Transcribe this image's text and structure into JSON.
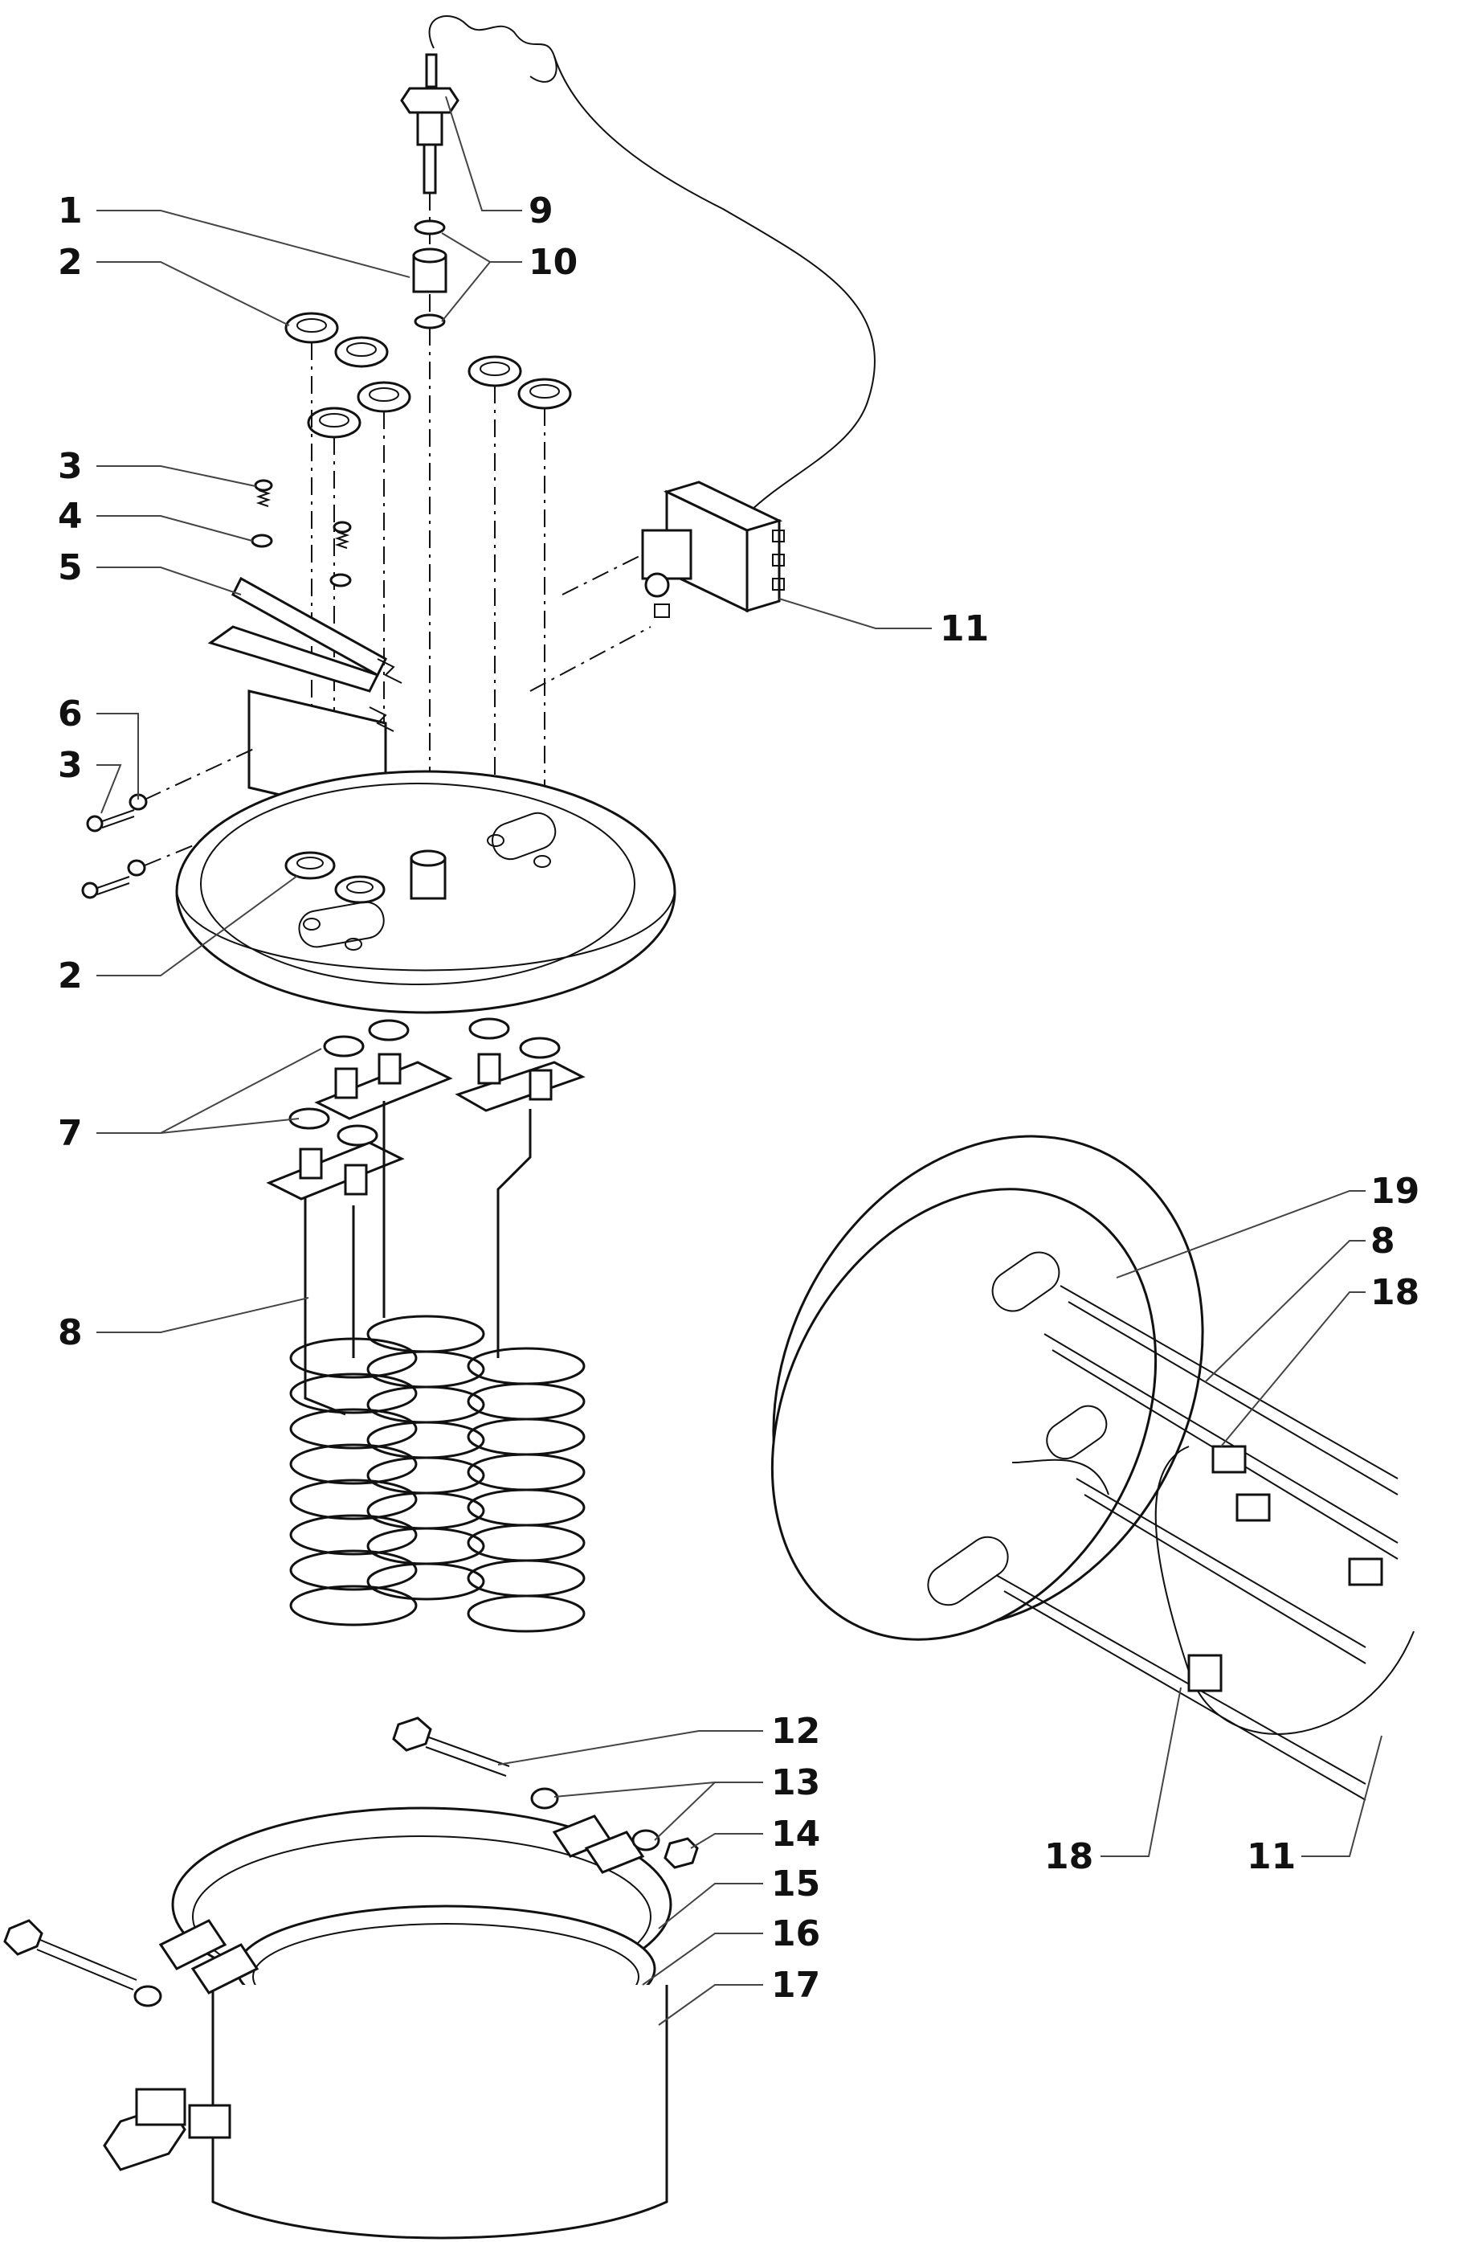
{
  "diagram": {
    "background": "#ffffff",
    "ink": "#111111",
    "labels": [
      {
        "id": "1",
        "text": "1"
      },
      {
        "id": "2a",
        "text": "2"
      },
      {
        "id": "3a",
        "text": "3"
      },
      {
        "id": "4",
        "text": "4"
      },
      {
        "id": "5",
        "text": "5"
      },
      {
        "id": "6",
        "text": "6"
      },
      {
        "id": "3b",
        "text": "3"
      },
      {
        "id": "2b",
        "text": "2"
      },
      {
        "id": "7",
        "text": "7"
      },
      {
        "id": "8a",
        "text": "8"
      },
      {
        "id": "9",
        "text": "9"
      },
      {
        "id": "10",
        "text": "10"
      },
      {
        "id": "11a",
        "text": "11"
      },
      {
        "id": "19",
        "text": "19"
      },
      {
        "id": "8b",
        "text": "8"
      },
      {
        "id": "18a",
        "text": "18"
      },
      {
        "id": "18b",
        "text": "18"
      },
      {
        "id": "11b",
        "text": "11"
      },
      {
        "id": "12",
        "text": "12"
      },
      {
        "id": "13",
        "text": "13"
      },
      {
        "id": "14",
        "text": "14"
      },
      {
        "id": "15",
        "text": "15"
      },
      {
        "id": "16",
        "text": "16"
      },
      {
        "id": "17",
        "text": "17"
      }
    ]
  }
}
